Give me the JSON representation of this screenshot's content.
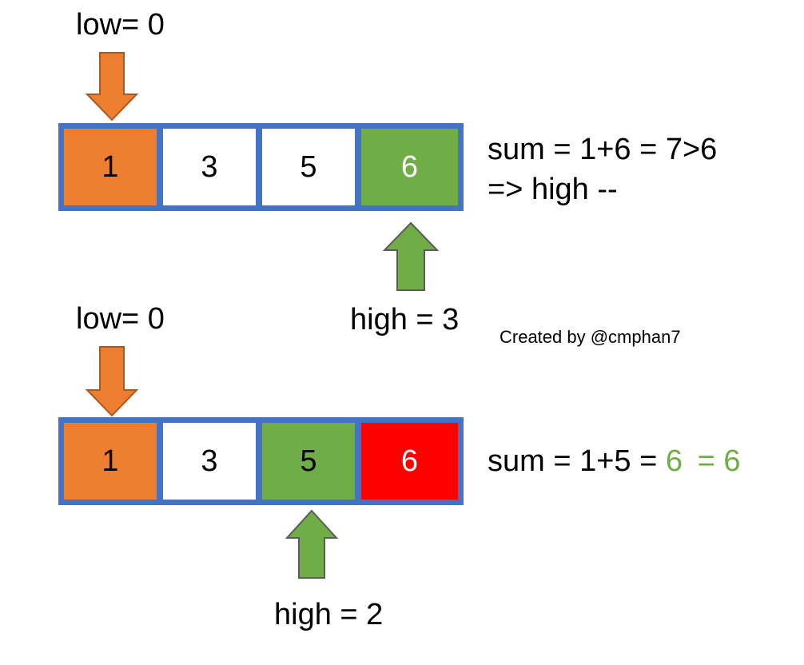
{
  "colors": {
    "border": "#4472c4",
    "low": "#ed7d31",
    "high": "#70ad47",
    "removed": "#ff0000",
    "plain": "#ffffff",
    "match_text": "#70ad47"
  },
  "step1": {
    "low_label": "low= 0",
    "high_label": "high = 3",
    "cells": [
      {
        "value": "1",
        "state": "low"
      },
      {
        "value": "3",
        "state": "plain"
      },
      {
        "value": "5",
        "state": "plain"
      },
      {
        "value": "6",
        "state": "high"
      }
    ],
    "sum_line": "sum = 1+6 = 7>6",
    "action_line": "=> high --"
  },
  "step2": {
    "low_label": "low= 0",
    "high_label": "high = 2",
    "cells": [
      {
        "value": "1",
        "state": "low"
      },
      {
        "value": "3",
        "state": "plain"
      },
      {
        "value": "5",
        "state": "high"
      },
      {
        "value": "6",
        "state": "removed"
      }
    ],
    "sum_prefix": "sum = 1+5 =",
    "sum_result": "6",
    "sum_target": "= 6"
  },
  "credit": "Created by @cmphan7",
  "icons": {
    "low_pointer": "arrow-down-icon",
    "high_pointer": "arrow-up-icon"
  }
}
